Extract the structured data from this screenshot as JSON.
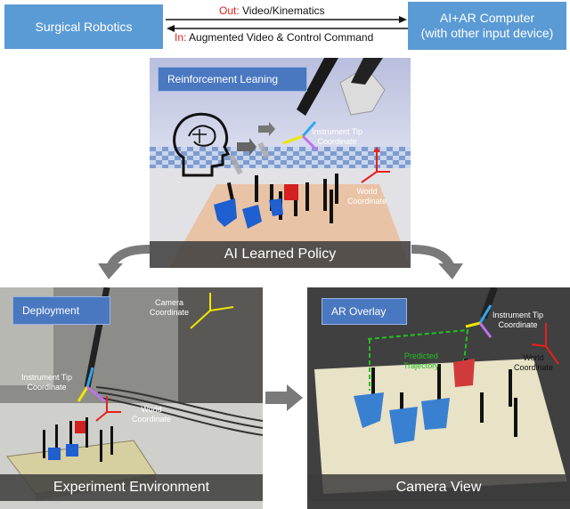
{
  "top": {
    "left_box": "Surgical Robotics",
    "right_box_line1": "AI+AR Computer",
    "right_box_line2": "(with other input device)",
    "out_prefix": "Out:",
    "out_text": " Video/Kinematics",
    "in_prefix": "In:",
    "in_text": " Augmented Video & Control Command"
  },
  "rl_panel": {
    "tag": "Reinforcement Leaning",
    "tip_label_1": "Instrument Tip",
    "tip_label_2": "Coordinate",
    "world_label_1": "World",
    "world_label_2": "Coordinate",
    "caption": "AI Learned Policy"
  },
  "deploy_panel": {
    "tag": "Deployment",
    "camera_label_1": "Camera",
    "camera_label_2": "Coordinate",
    "tip_label_1": "Instrument Tip",
    "tip_label_2": "Coordinate",
    "world_label_1": "World",
    "world_label_2": "Coordinate",
    "caption": "Experiment Environment"
  },
  "ar_panel": {
    "tag": "AR Overlay",
    "tip_label_1": "Instrument Tip",
    "tip_label_2": "Coordinate",
    "world_label_1": "World",
    "world_label_2": "Coordinate",
    "traj_label_1": "Predicted",
    "traj_label_2": "Trajectory",
    "caption": "Camera View"
  },
  "colors": {
    "box_blue": "#5b9bd5",
    "tag_blue": "#4a78c0",
    "label_red": "#e0201b",
    "axis_red": "#e8201a",
    "axis_yellow": "#f2e600",
    "axis_blue": "#2fa8f0",
    "axis_purple": "#c070f0",
    "trajectory_green": "#22c022"
  }
}
